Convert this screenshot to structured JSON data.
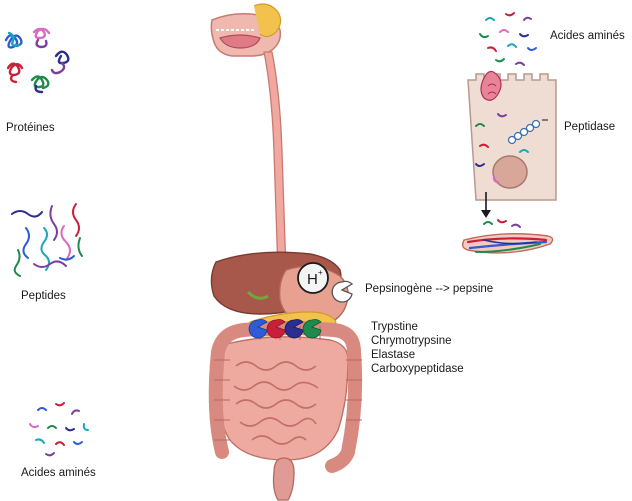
{
  "labels": {
    "proteins": "Protéines",
    "peptides": "Peptides",
    "amino_acids_bottom": "Acides aminés",
    "amino_acids_top": "Acides aminés",
    "peptidase": "Peptidase",
    "pepsinogen": "Pepsinogène --> pepsine",
    "h_plus": "H",
    "h_plus_sup": "+"
  },
  "pancreatic_enzymes": [
    "Trypstine",
    "Chrymotrypsine",
    "Elastase",
    "Carboxypeptidase"
  ],
  "colors": {
    "blue": "#2e5bd8",
    "purple": "#7b3f9e",
    "red": "#c8203a",
    "green": "#1f8a4c",
    "teal": "#1aa7b8",
    "pink": "#d86bc2",
    "navy": "#2a2f8f",
    "gut": "#e3a09a",
    "liver": "#a8584a",
    "cell": "#efdcd2"
  }
}
